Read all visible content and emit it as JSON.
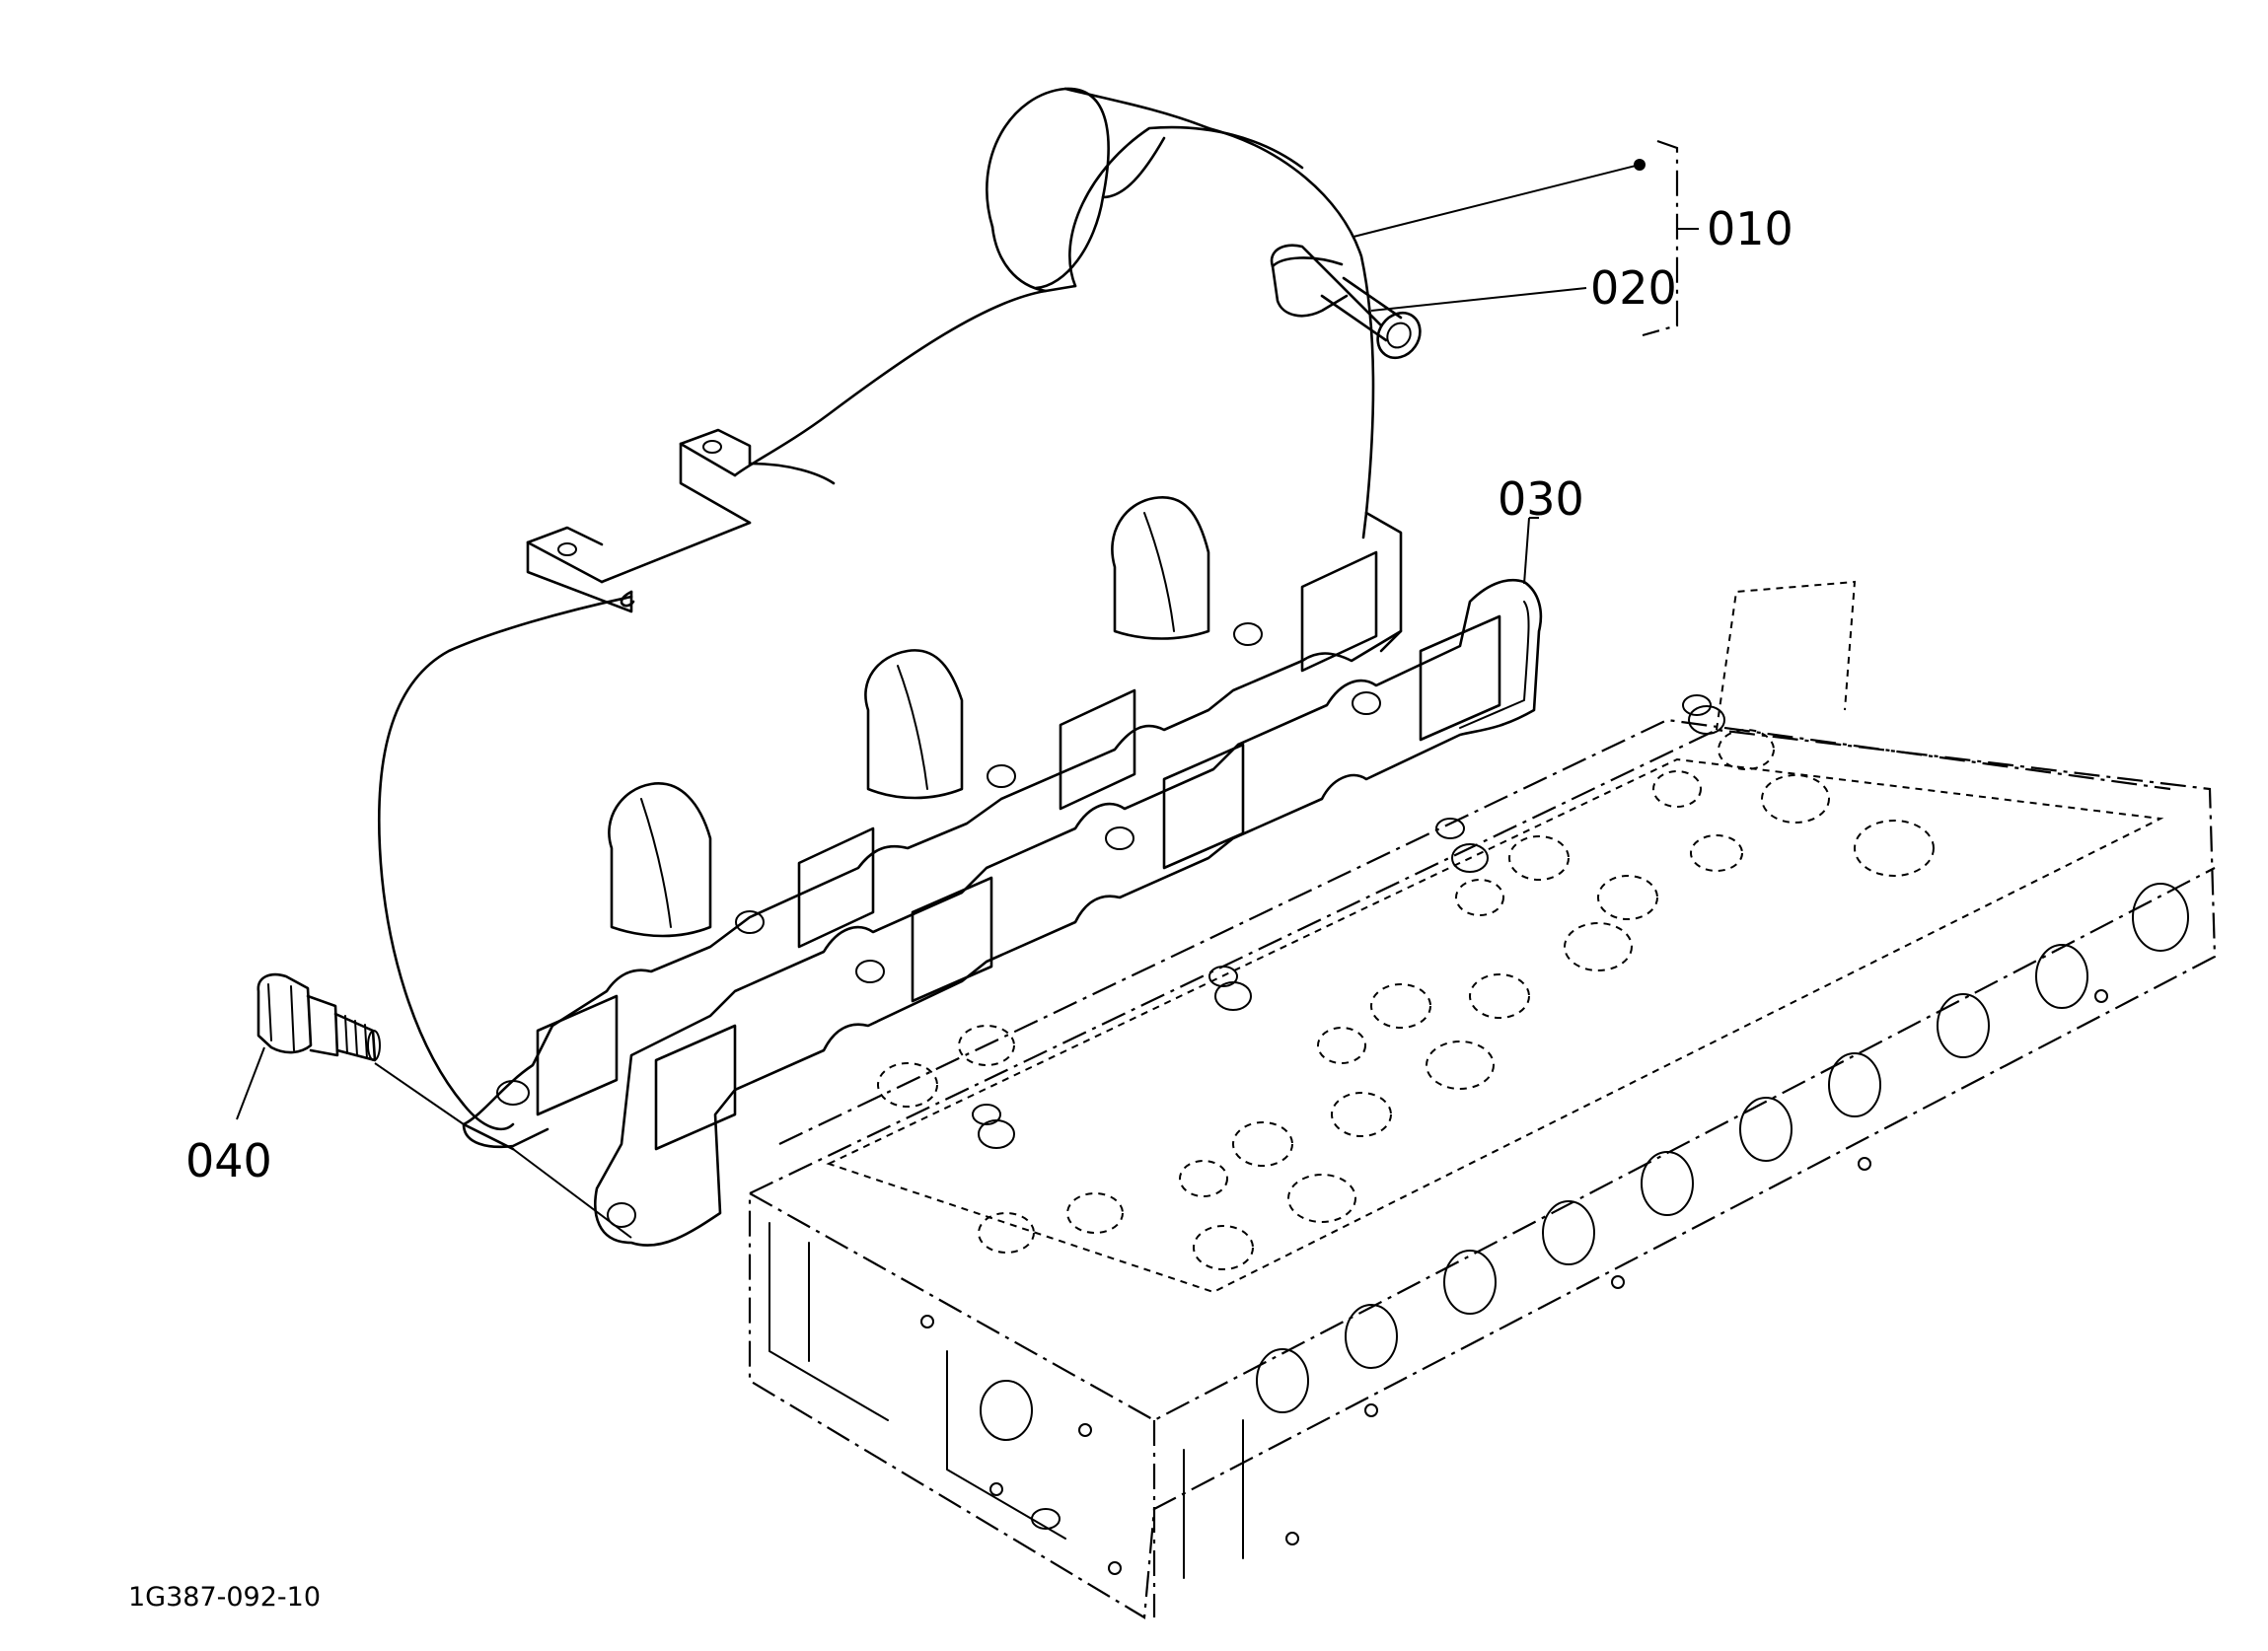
{
  "diagram": {
    "callouts": {
      "p010": "010",
      "p020": "020",
      "p030": "030",
      "p040": "040"
    },
    "figure_code": "1G387-092-10"
  }
}
